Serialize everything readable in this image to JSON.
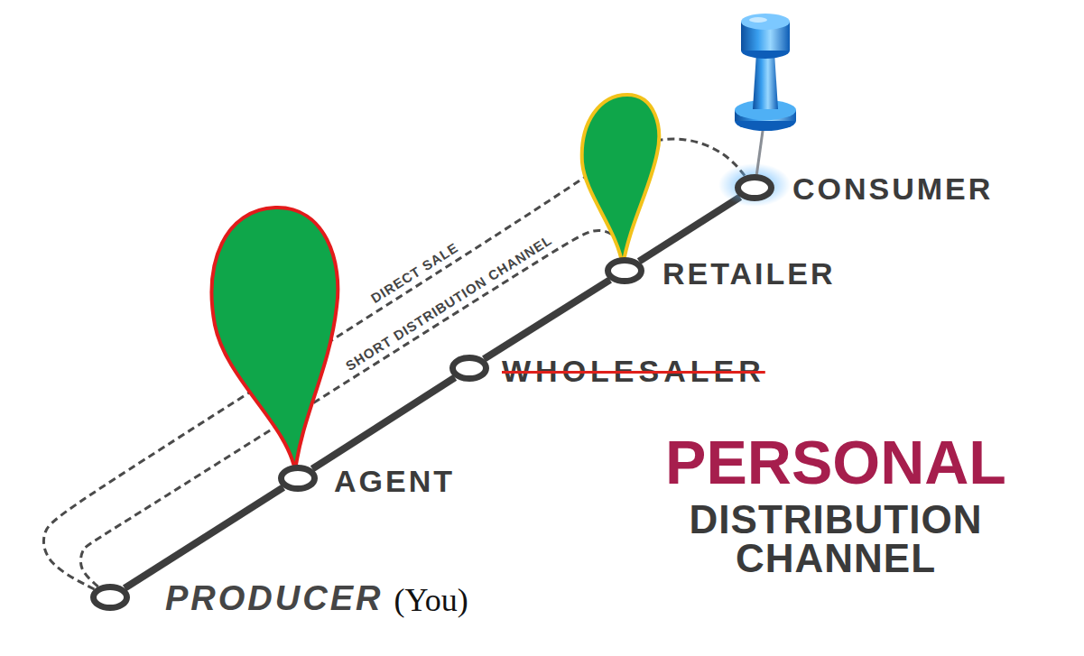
{
  "diagram": {
    "title": "PERSONAL",
    "nodes": [
      {
        "text": [
          "PRODUCER",
          "(You)"
        ]
      },
      {
        "text": [
          "AGENT"
        ]
      },
      {
        "text": [
          "WHOLESALER"
        ]
      },
      {
        "text": [
          "RETAILER"
        ]
      },
      {
        "text": [
          "CONSUMER"
        ]
      }
    ],
    "edges": [
      {
        "from": 0,
        "to": 1,
        "arrow": "none"
      },
      {
        "from": 1,
        "to": 2,
        "arrow": "none"
      },
      {
        "from": 2,
        "to": 3,
        "arrow": "none"
      },
      {
        "from": 3,
        "to": 4,
        "arrow": "none"
      },
      {
        "from": 0,
        "to": 4,
        "arrow": "none",
        "label": "DIRECT SALE"
      },
      {
        "from": 0,
        "to": 3,
        "arrow": "none",
        "label": "SHORT DISTRIBUTION CHANNEL"
      }
    ],
    "labels": [
      "DISTRIBUTION CHANNEL"
    ]
  }
}
